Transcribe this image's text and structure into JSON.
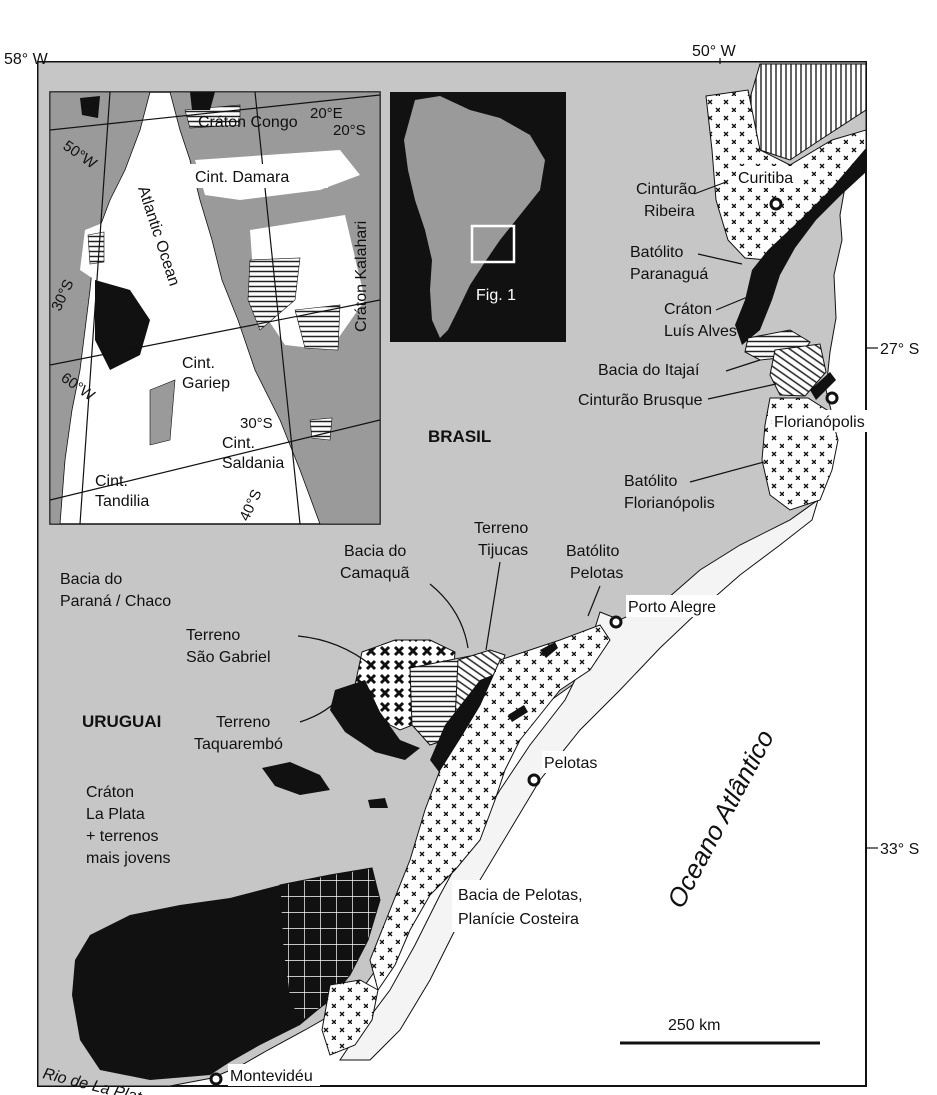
{
  "coordinates": {
    "lon_58w": "58° W",
    "lon_50w": "50° W",
    "lat_27s": "27° S",
    "lat_33s": "33° S"
  },
  "countries": {
    "brasil": "BRASIL",
    "uruguai": "URUGUAI"
  },
  "ocean": "Oceano Atlântico",
  "river": "Rio de La Plata",
  "cities": {
    "curitiba": "Curitiba",
    "florianopolis": "Florianópolis",
    "porto_alegre": "Porto Alegre",
    "pelotas": "Pelotas",
    "montevideu": "Montevidéu"
  },
  "units": {
    "cinturao_ribeira": [
      "Cinturão",
      "Ribeira"
    ],
    "batolito_paranagua": [
      "Batólito",
      "Paranaguá"
    ],
    "craton_luis_alves": [
      "Cráton",
      "Luís Alves"
    ],
    "bacia_itajai": "Bacia do Itajaí",
    "cinturao_brusque": "Cinturão Brusque",
    "batolito_florianopolis": [
      "Batólito",
      "Florianópolis"
    ],
    "terreno_tijucas": [
      "Terreno",
      "Tijucas"
    ],
    "batolito_pelotas": [
      "Batólito",
      "Pelotas"
    ],
    "bacia_camaqua": [
      "Bacia do",
      "Camaquã"
    ],
    "bacia_parana": [
      "Bacia do",
      "Paraná / Chaco"
    ],
    "terreno_sao_gabriel": [
      "Terreno",
      "São Gabriel"
    ],
    "terreno_taquarembo": [
      "Terreno",
      "Taquarembó"
    ],
    "craton_la_plata": [
      "Cráton",
      "La Plata",
      "+ terrenos",
      "mais jovens"
    ],
    "bacia_pelotas": [
      "Bacia de Pelotas,",
      "Planície Costeira"
    ]
  },
  "scale_bar": "250 km",
  "inset": {
    "lon_50w": "50°W",
    "lon_60w": "60°W",
    "lat_30s": "30°S",
    "lat_30s_right": "30°S",
    "lat_40s": "40°S",
    "lon_20e": "20°E",
    "lat_20s": "20°S",
    "craton_congo": "Cráton Congo",
    "cint_damara": "Cint. Damara",
    "atlantic_ocean": "Atlantic Ocean",
    "craton_kalahari": "Cráton Kalahari",
    "cint_gariep": [
      "Cint.",
      "Gariep"
    ],
    "cint_saldania": [
      "Cint.",
      "Saldania"
    ],
    "cint_tandilia": [
      "Cint.",
      "Tandilia"
    ]
  },
  "locator": {
    "label": "Fig. 1"
  }
}
